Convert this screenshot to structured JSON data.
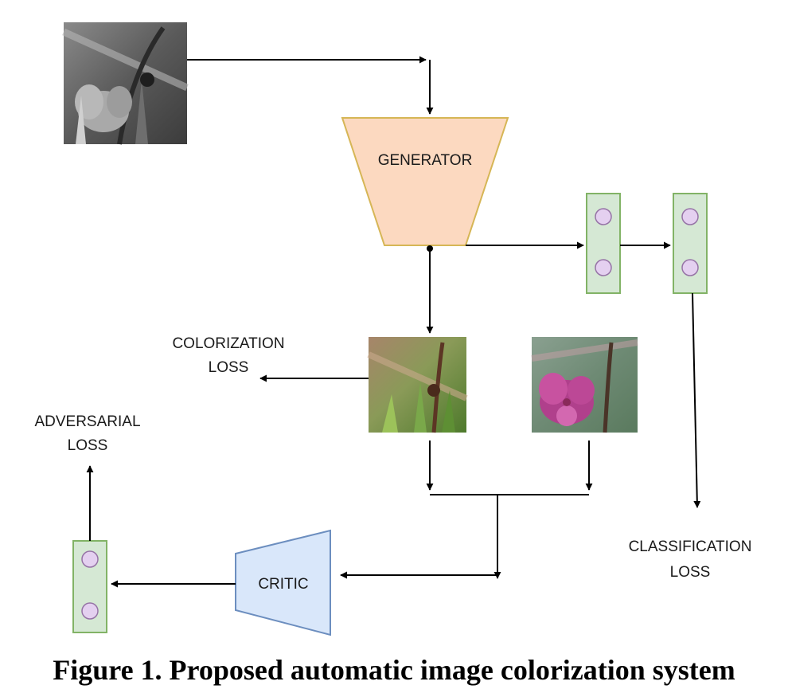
{
  "colors": {
    "generator_fill": "#FCD9C0",
    "generator_stroke": "#D6B656",
    "critic_fill": "#D9E7FA",
    "critic_stroke": "#6C8EBF",
    "feature_fill": "#D5E8D4",
    "feature_stroke": "#82B366",
    "node_fill": "#E4D0F0",
    "node_stroke": "#9673A6",
    "arrow": "#000000"
  },
  "nodes": {
    "generator": "GENERATOR",
    "critic": "CRITIC"
  },
  "labels": {
    "colorization_loss": [
      "COLORIZATION",
      "LOSS"
    ],
    "adversarial_loss": [
      "ADVERSARIAL",
      "LOSS"
    ],
    "classification_loss": [
      "CLASSIFICATION",
      "LOSS"
    ]
  },
  "images": {
    "input": "grayscale-flower",
    "generated": "colorized-flower",
    "ground_truth": "real-color-flower"
  },
  "caption": "Figure 1. Proposed automatic image colorization system"
}
